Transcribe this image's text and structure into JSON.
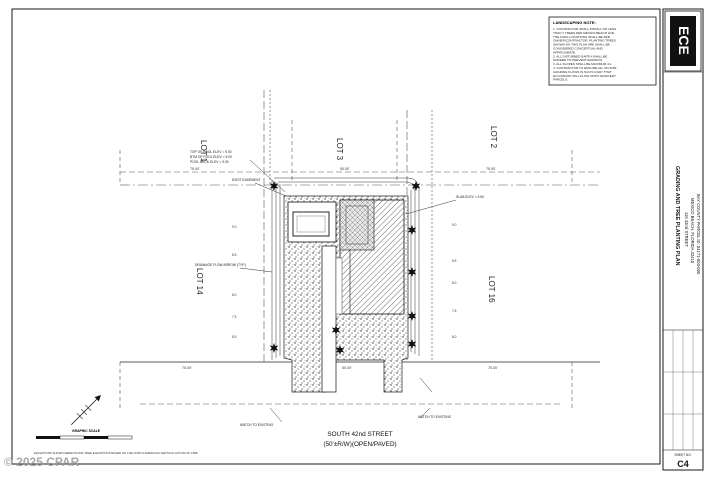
{
  "notes": {
    "title": "LANDSCAPING NOTE:",
    "lines": [
      "1. CONTRACTOR SHALL INSTALL NO LESS",
      "THAN 7 TREES PER MEXICO BEACH LDR.",
      "THE FINAL LOCATIONS SHALL BE PER",
      "OWNER/CONTRACTOR. PLANTING TREES",
      "SHOWN ON THIS PLAN ARE SHALL BE",
      "CONSIDERED CONCEPTUAL AND",
      "APPROXIMATE.",
      "2. ALL DISTURBED EARTH SHALL BE",
      "SODDED TO PREVENT EROSION.",
      "3. ALL SLOPES SHALL BE MAXIMUM 4:1.",
      "4. CONTRACTOR TO ENSURE ALL ON-SITE",
      "GRADING FLOWS IN SUCH A WAY THAT",
      "NO RUNOFF WILL FLOW ONTO ADJACENT",
      "PARCELS."
    ]
  },
  "lots": {
    "lot1": "LOT 1",
    "lot3": "LOT 3",
    "lot2": "LOT 2",
    "lot14": "LOT 14",
    "lot16": "LOT 16"
  },
  "callouts": {
    "pool_top": "TOP OF POOL ELEV = 9.00",
    "pool_btm": "BTM OF POOL ELEV = 5.00",
    "pool_deck": "POOL DECK ELEV = 9.00",
    "slab": "SLAB ELEV = 9.50",
    "drainage": "DRAINAGE FLOW ARROW (TYP.)",
    "easement": "EXIST EASEMENT",
    "match_left": "MATCH TO EXISTING",
    "match_right": "MATCH TO EXISTING"
  },
  "dims": {
    "top_left": "75.00'",
    "top_mid": "50.00'",
    "top_right": "75.00'",
    "bottom_left": "75.00'",
    "bottom_mid": "50.00'",
    "bottom_right": "75.00'"
  },
  "elevations": [
    "9.0",
    "8.5",
    "8.0",
    "7.5",
    "9.0",
    "8.5",
    "8.0",
    "7.5",
    "8.5",
    "8.0"
  ],
  "street": {
    "name": "SOUTH 42nd STREET",
    "row": "(50'±R/W)(OPEN/PAVED)"
  },
  "scale": {
    "label": "GRAPHIC SCALE",
    "datum": "ELEVATIONS SHOWN HEREON AND TREE ELEVATIONS BASED ON THE NORTH AMERICAN VERTICAL DATUM OF 1988."
  },
  "watermark": "© 2025 CPAR",
  "title_block": {
    "logo": "ECE",
    "plan_title": "GRADING AND TREE PLANTING PLAN",
    "address1": "115 42nd STREET",
    "address2": "MEXICO BEACH, FLORIDA 32410",
    "parcel": "BAY COUNTY PARCEL ID: 04171-003-000",
    "sheet_label": "SHEET NO.",
    "sheet_no": "C4"
  },
  "colors": {
    "line": "#1a1a1a",
    "light": "#777777",
    "hatch": "#8a8a8a",
    "paper": "#ffffff"
  }
}
